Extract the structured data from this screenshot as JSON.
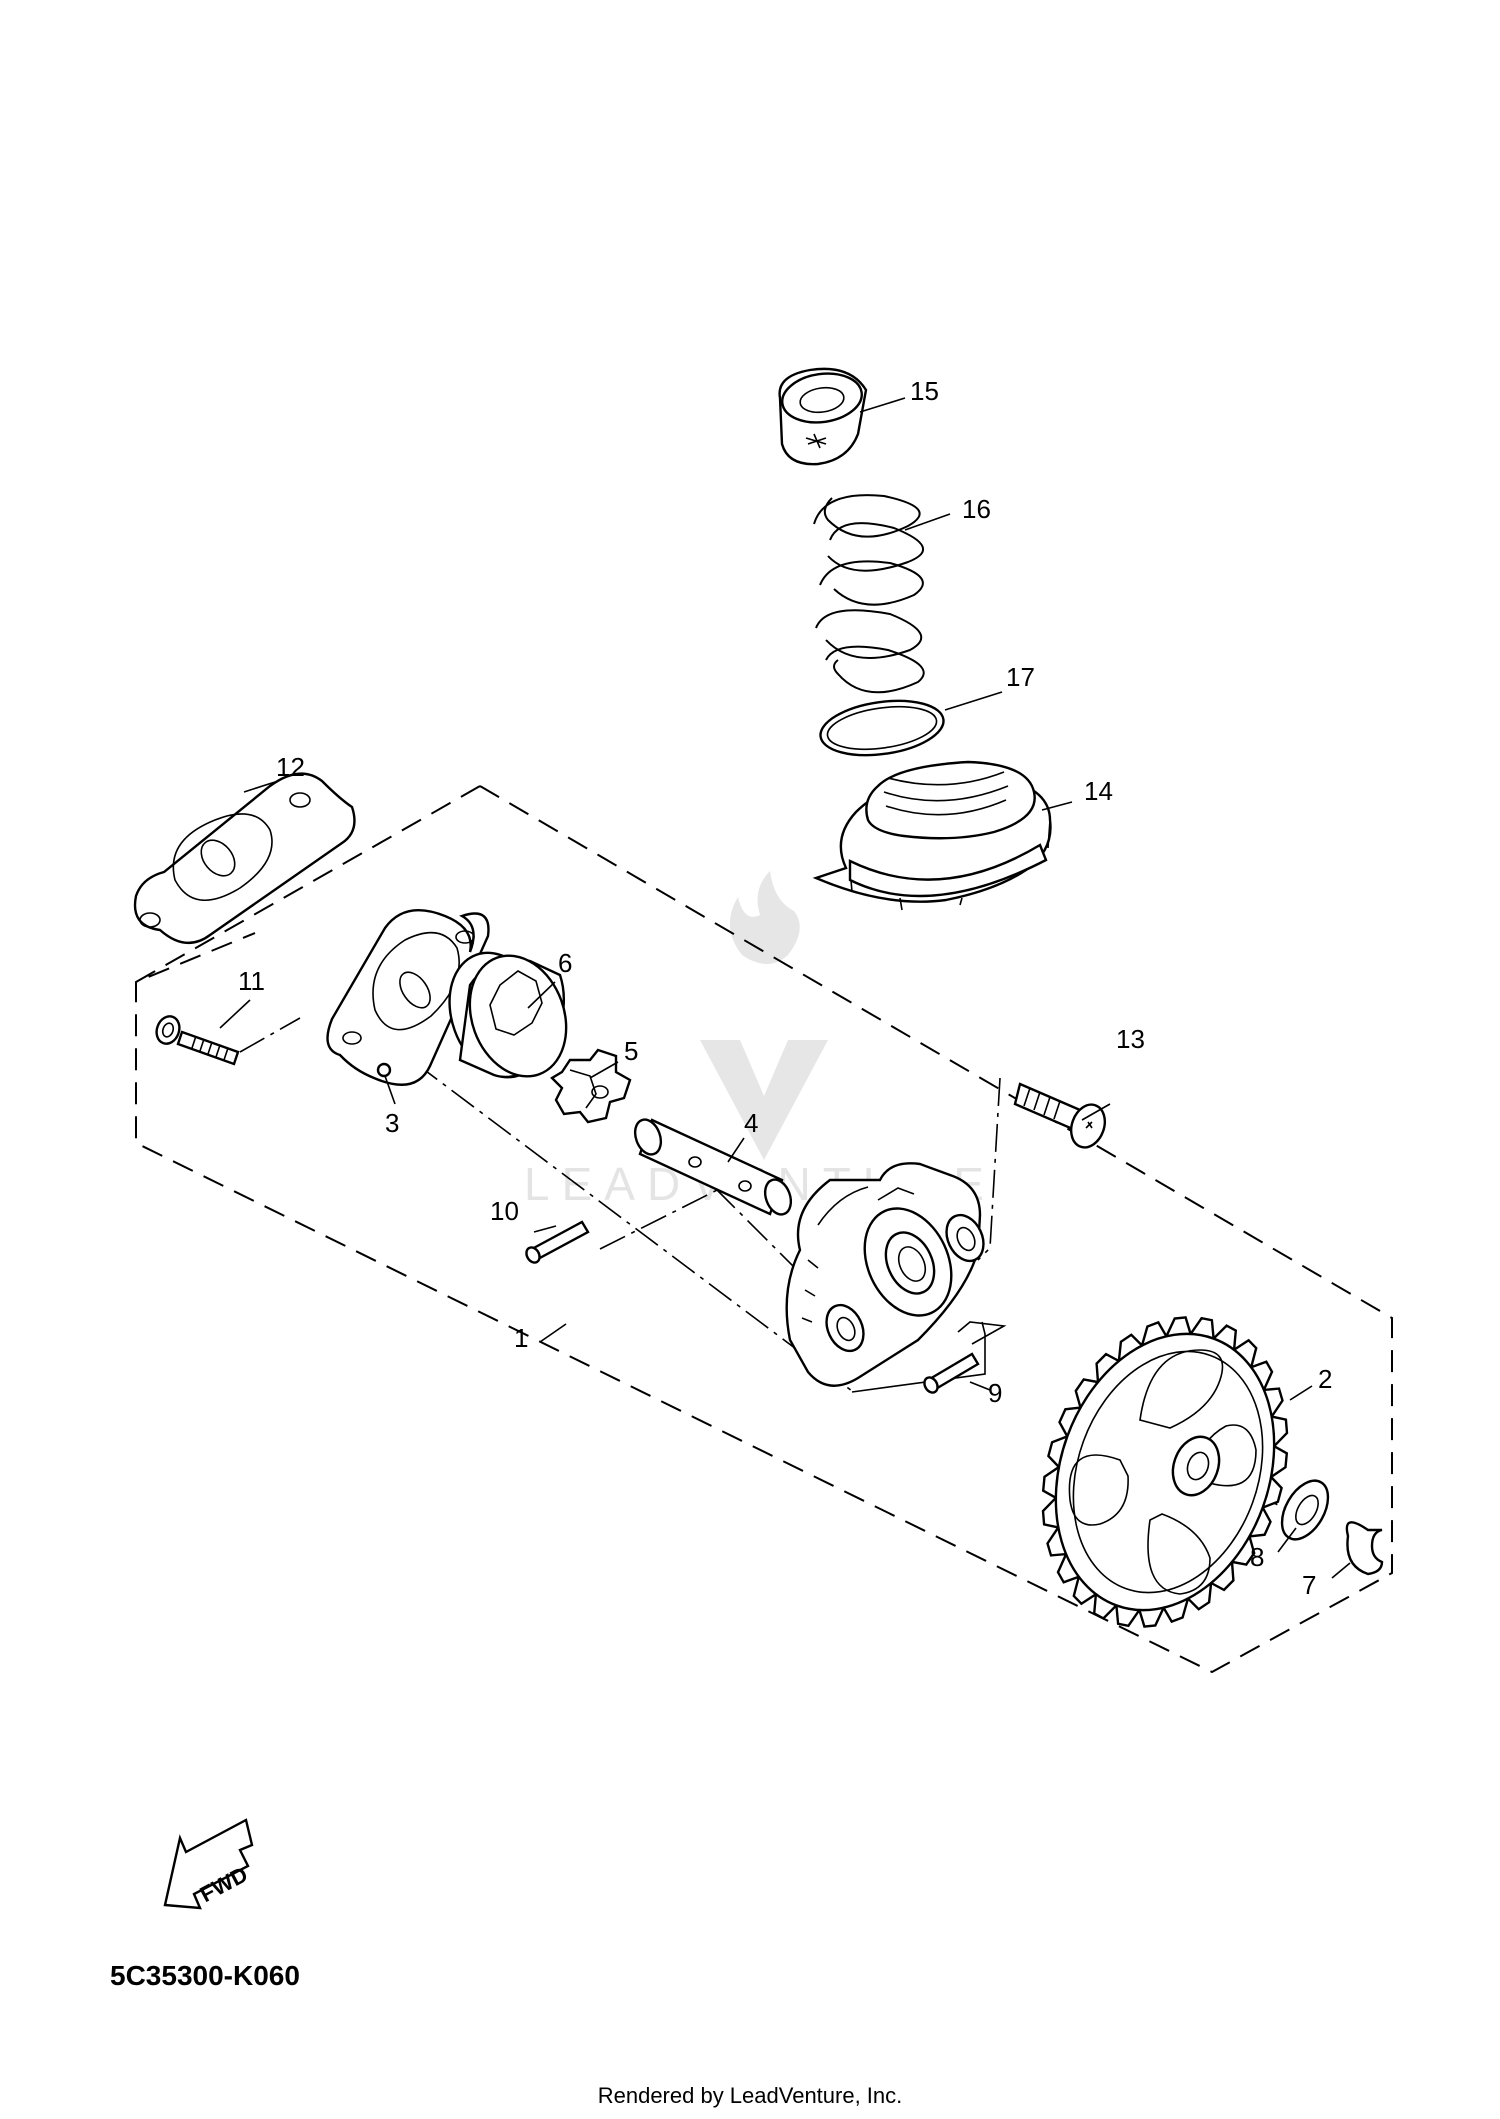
{
  "callouts": {
    "c1": "1",
    "c2": "2",
    "c3": "3",
    "c4": "4",
    "c5": "5",
    "c6": "6",
    "c7": "7",
    "c8": "8",
    "c9": "9",
    "c10": "10",
    "c11": "11",
    "c12": "12",
    "c13": "13",
    "c14": "14",
    "c15": "15",
    "c16": "16",
    "c17": "17"
  },
  "direction_arrow": {
    "label": "FWD"
  },
  "watermark": {
    "text": "LEADVENTURE"
  },
  "part_code": "5C35300-K060",
  "render_credit": "Rendered by LeadVenture, Inc.",
  "colors": {
    "line": "#000000",
    "background": "#ffffff",
    "watermark": "#dddddd"
  }
}
